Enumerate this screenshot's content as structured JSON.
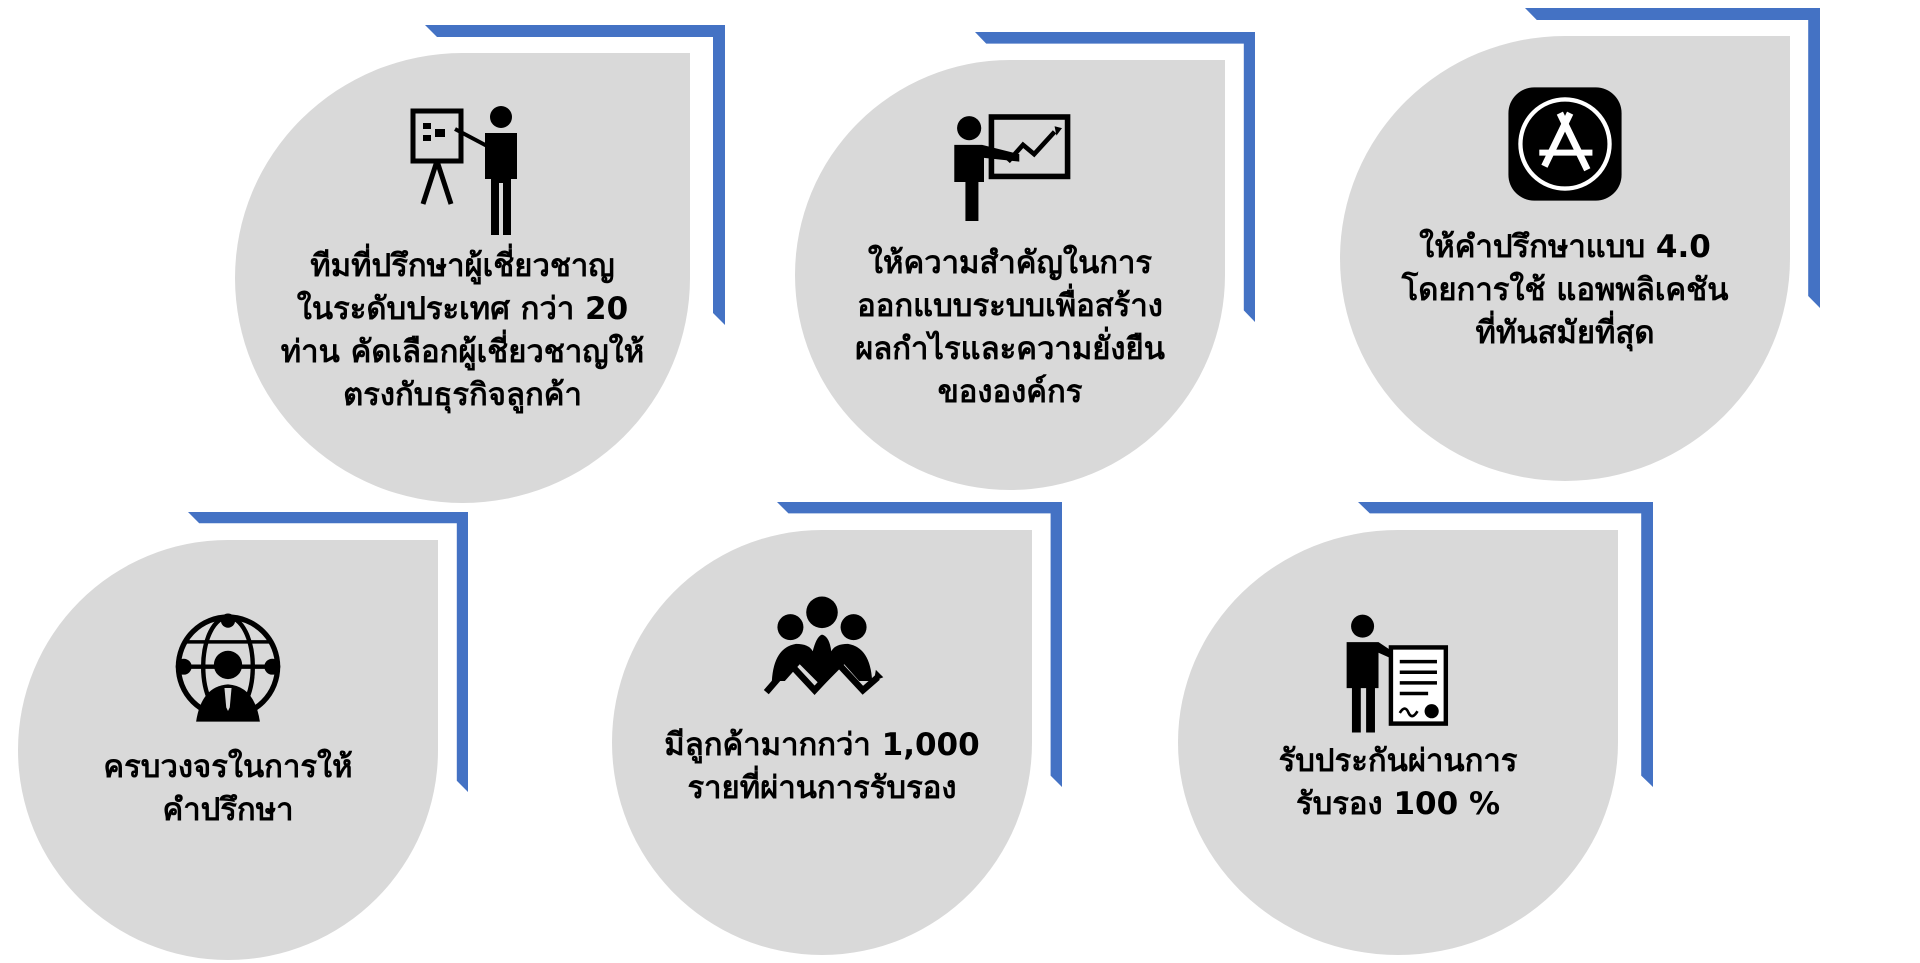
{
  "brand_colors": {
    "accent": "#4472C4",
    "leaf": "#d9d9d9",
    "icon": "#000000"
  },
  "features": [
    {
      "id": "expert-team",
      "icon": "presenter-board-icon",
      "text": "ทีมที่ปรึกษาผู้เชี่ยวชาญ\nในระดับประเทศ กว่า 20\nท่าน คัดเลือกผู้เชี่ยวชาญให้\nตรงกับธุรกิจลูกค้า"
    },
    {
      "id": "profit-design",
      "icon": "growth-chart-presenter-icon",
      "text": "ให้ความสำคัญในการ\nออกแบบระบบเพื่อสร้าง\nผลกำไรและความยั่งยืน\nขององค์กร"
    },
    {
      "id": "app-consult",
      "icon": "app-store-icon",
      "text": "ให้คำปรึกษาแบบ 4.0\nโดยการใช้ แอพพลิเคชัน\nที่ทันสมัยที่สุด"
    },
    {
      "id": "full-loop",
      "icon": "global-consultant-icon",
      "text": "ครบวงจรในการให้\nคำปรึกษา"
    },
    {
      "id": "customers",
      "icon": "customer-group-icon",
      "text": "มีลูกค้ามากกว่า 1,000\nรายที่ผ่านการรับรอง"
    },
    {
      "id": "guarantee",
      "icon": "certificate-businessman-icon",
      "text": "รับประกันผ่านการ\nรับรอง 100 %"
    }
  ]
}
